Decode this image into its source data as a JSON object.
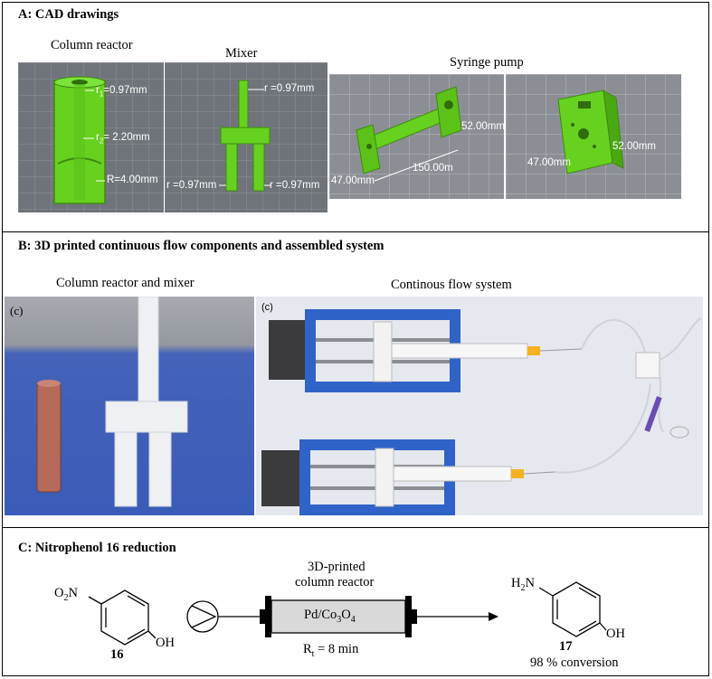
{
  "section_a": {
    "title": "A: CAD drawings",
    "column_reactor": {
      "caption": "Column reactor",
      "r1_symbol": "r",
      "r1_sub": "1",
      "r1_value": "=0.97mm",
      "r2_symbol": "r",
      "r2_sub": "2",
      "r2_value": "= 2.20mm",
      "R_label": "R=4.00mm"
    },
    "mixer": {
      "caption": "Mixer",
      "r_top": "r =0.97mm",
      "r_left": "r =0.97mm",
      "r_right": "r =0.97mm"
    },
    "syringe_pump": {
      "caption": "Syringe pump",
      "dim_height_1": "52.00mm",
      "dim_width_1": "150.00m",
      "dim_depth_1": "47.00mm",
      "dim_height_2": "52.00mm",
      "dim_depth_2": "47.00mm"
    }
  },
  "section_b": {
    "title": "B: 3D printed continuous flow components and assembled system",
    "photo1_caption": "Column reactor and mixer",
    "photo1_label": "(c)",
    "photo2_caption": "Continous flow system",
    "photo2_label": "(c)"
  },
  "section_c": {
    "title": "C: Nitrophenol 16 reduction",
    "reactant_nitro": "O",
    "reactant_nitro_sub": "2",
    "reactant_nitro_n": "N",
    "reactant_oh": "OH",
    "reactant_number": "16",
    "reactor_line1": "3D-printed",
    "reactor_line2": "column reactor",
    "catalyst_pd": "Pd/Co",
    "catalyst_sub1": "3",
    "catalyst_o": "O",
    "catalyst_sub2": "4",
    "residence_r": "R",
    "residence_sub": "t",
    "residence_value": " = 8 min",
    "product_h": "H",
    "product_h_sub": "2",
    "product_n": "N",
    "product_oh": "OH",
    "product_number": "17",
    "conversion": "98 % conversion"
  },
  "colors": {
    "cad_green": "#66d11f",
    "pump_blue": "#2f63c8",
    "photo_blue": "#3a5bb8",
    "reactor_fill": "#d9d9d9"
  }
}
